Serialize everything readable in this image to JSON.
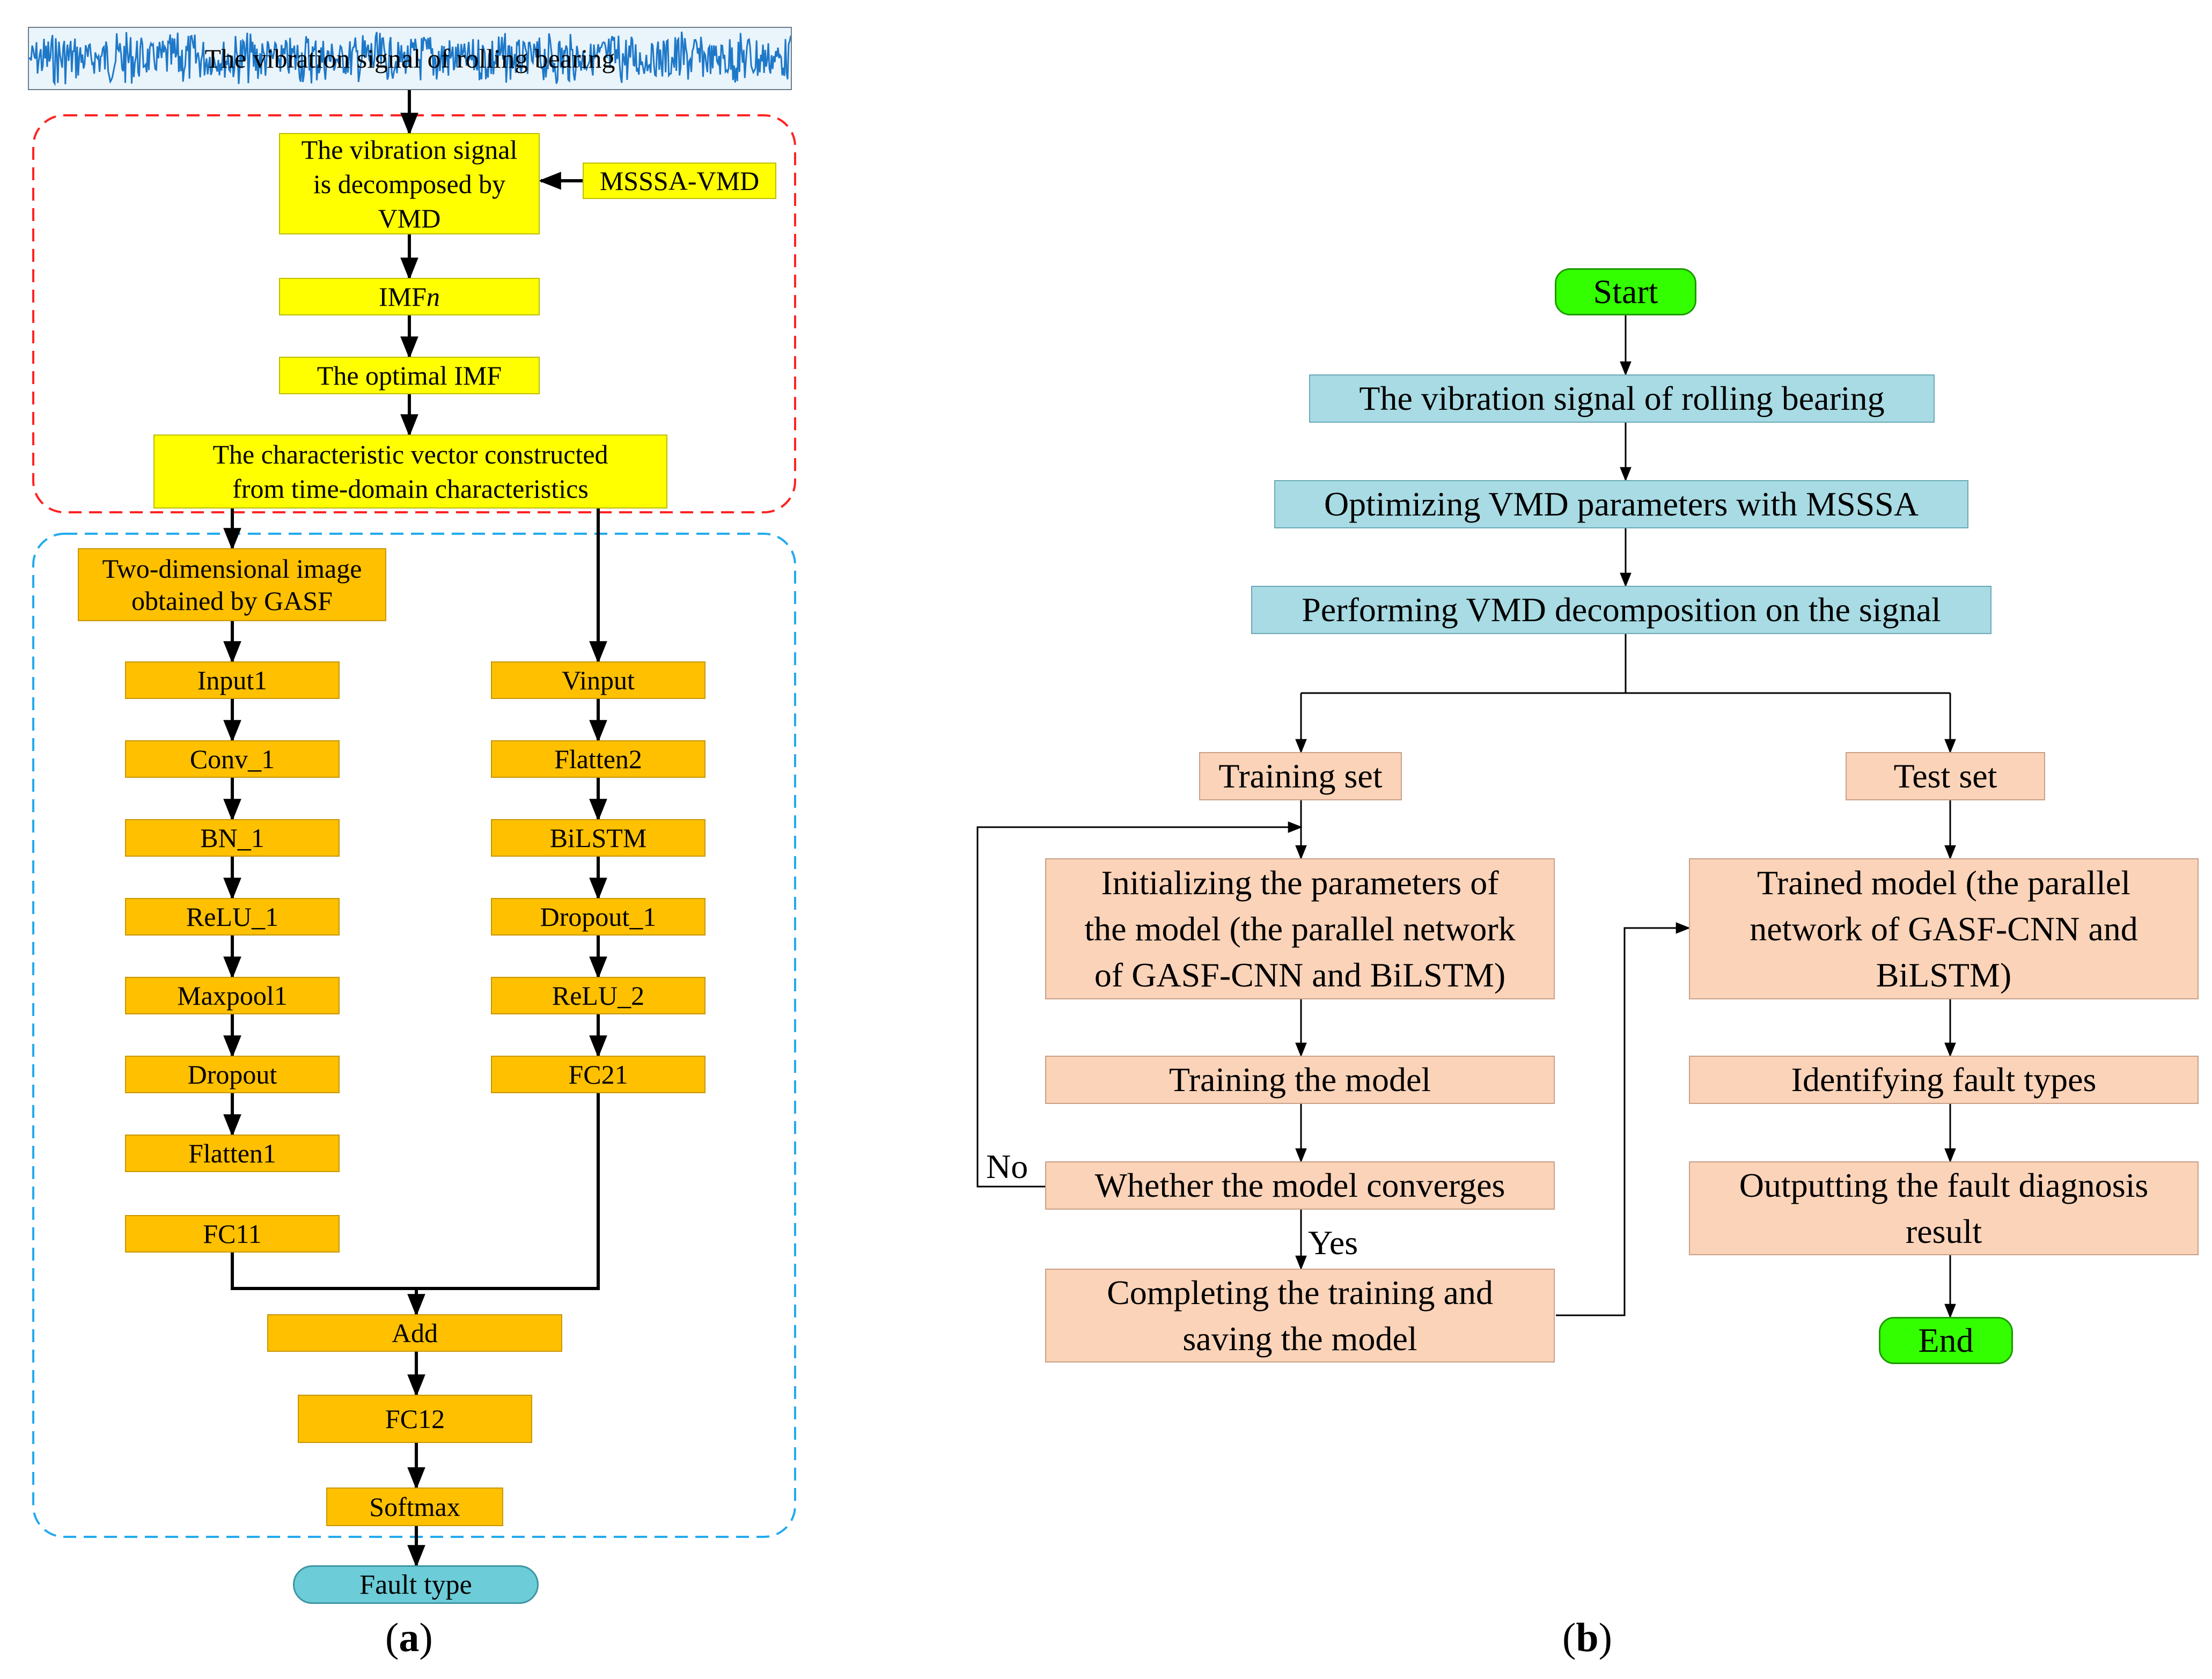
{
  "panel_a": {
    "signal_box": "The vibration signal of rolling bearing",
    "vmd_box": "The vibration signal\nis decomposed by\nVMD",
    "msssa_vmd": "MSSSA-VMD",
    "imf_prefix": "IMF",
    "imf_italic": "n",
    "optimal_imf": "The optimal IMF",
    "characteristic_vector": "The characteristic vector constructed\nfrom time-domain characteristics",
    "gasf_image": "Two-dimensional image\nobtained by GASF",
    "cnn_branch": [
      "Input1",
      "Conv_1",
      "BN_1",
      "ReLU_1",
      "Maxpool1",
      "Dropout",
      "Flatten1",
      "FC11"
    ],
    "bilstm_branch": [
      "Vinput",
      "Flatten2",
      "BiLSTM",
      "Dropout_1",
      "ReLU_2",
      "FC21"
    ],
    "add": "Add",
    "fc12": "FC12",
    "softmax": "Softmax",
    "fault_type": "Fault type",
    "caption_open": "(",
    "caption_letter": "a",
    "caption_close": ")"
  },
  "panel_b": {
    "start": "Start",
    "step1": "The vibration signal of rolling bearing",
    "step2": "Optimizing VMD parameters with MSSSA",
    "step3": "Performing VMD decomposition on the signal",
    "training_set": "Training set",
    "test_set": "Test set",
    "init_params": "Initializing the parameters of\nthe model (the parallel network\nof GASF-CNN and BiLSTM)",
    "training_model": "Training the model",
    "converges": "Whether the model converges",
    "label_no": "No",
    "label_yes": "Yes",
    "completing": "Completing the training and\nsaving the model",
    "trained_model": "Trained model (the parallel\nnetwork of GASF-CNN and\nBiLSTM)",
    "identifying": "Identifying fault types",
    "outputting": "Outputting the fault diagnosis\nresult",
    "end": "End",
    "caption_open": "(",
    "caption_letter": "b",
    "caption_close": ")"
  },
  "colors": {
    "yellow": "#ffff00",
    "orange": "#ffc000",
    "light_blue": "#a8dbe4",
    "peach": "#fbd3b8",
    "green": "#33ff00",
    "cyan": "#6cccd8",
    "red_dash": "#ff2222",
    "blue_dash": "#22aaee",
    "signal_blue": "#1e78c8"
  }
}
